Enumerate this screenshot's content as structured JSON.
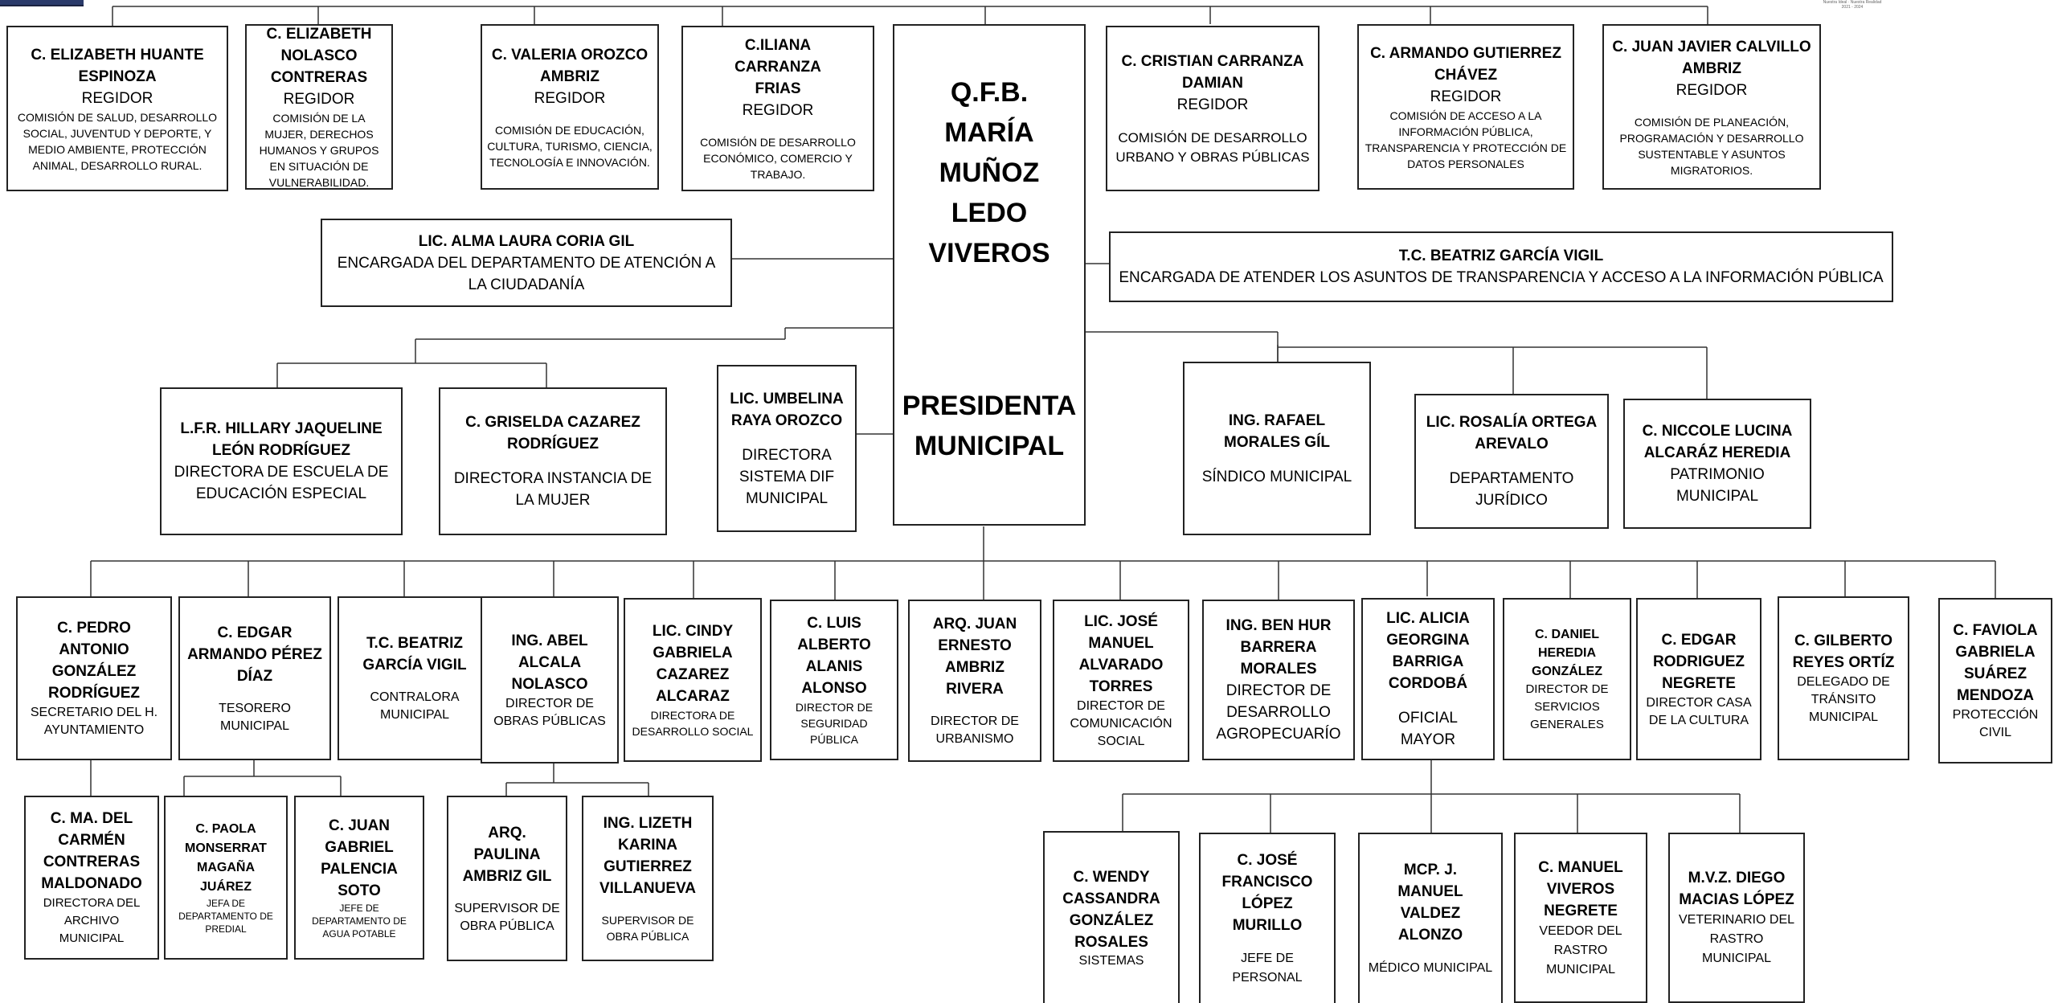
{
  "top_corner": {
    "line1": "Nuestra Ideal · Nuestra Realidad",
    "line2": "2021 - 2024"
  },
  "president": {
    "name": "Q.F.B. MARÍA MUÑOZ LEDO VIVEROS",
    "name_lines": [
      "Q.F.B.",
      "MARÍA",
      "MUÑOZ",
      "LEDO",
      "VIVEROS"
    ],
    "role_lines": [
      "PRESIDENTA",
      "MUNICIPAL"
    ]
  },
  "regidores": [
    {
      "name": "C. ELIZABETH HUANTE ESPINOZA",
      "role": "REGIDOR",
      "desc": "COMISIÓN DE SALUD, DESARROLLO SOCIAL, JUVENTUD Y DEPORTE, Y MEDIO AMBIENTE, PROTECCIÓN ANIMAL, DESARROLLO RURAL."
    },
    {
      "name": "C. ELIZABETH NOLASCO CONTRERAS",
      "role": "REGIDOR",
      "desc": "COMISIÓN DE LA MUJER, DERECHOS HUMANOS Y GRUPOS EN SITUACIÓN DE VULNERABILIDAD."
    },
    {
      "name": "C. VALERIA OROZCO AMBRIZ",
      "role": "REGIDOR",
      "desc": "COMISIÓN DE EDUCACIÓN, CULTURA, TURISMO, CIENCIA, TECNOLOGÍA E INNOVACIÓN."
    },
    {
      "name": "C.ILIANA CARRANZA FRIAS",
      "role": "REGIDOR",
      "desc": "COMISIÓN DE DESARROLLO ECONÓMICO, COMERCIO Y TRABAJO."
    },
    {
      "name": "C. CRISTIAN CARRANZA DAMIAN",
      "role": "REGIDOR",
      "desc": "COMISIÓN DE DESARROLLO URBANO Y OBRAS PÚBLICAS"
    },
    {
      "name": "C. ARMANDO GUTIERREZ CHÁVEZ",
      "role": "REGIDOR",
      "desc": "COMISIÓN DE ACCESO A LA INFORMACIÓN PÚBLICA, TRANSPARENCIA Y PROTECCIÓN DE DATOS PERSONALES"
    },
    {
      "name": "C. JUAN JAVIER CALVILLO AMBRIZ",
      "role": "REGIDOR",
      "desc": "COMISIÓN DE PLANEACIÓN, PROGRAMACIÓN Y DESARROLLO SUSTENTABLE Y ASUNTOS MIGRATORIOS."
    }
  ],
  "alma": {
    "name": "LIC. ALMA LAURA CORIA GIL",
    "role": "ENCARGADA DEL DEPARTAMENTO DE ATENCIÓN A LA CIUDADANÍA"
  },
  "beatriz_transp": {
    "name": "T.C. BEATRIZ GARCÍA VIGIL",
    "role": "ENCARGADA DE ATENDER LOS ASUNTOS DE TRANSPARENCIA Y ACCESO A LA INFORMACIÓN PÚBLICA"
  },
  "hillary": {
    "name": "L.F.R. HILLARY JAQUELINE LEÓN RODRÍGUEZ",
    "role": "DIRECTORA DE ESCUELA DE EDUCACIÓN ESPECIAL"
  },
  "griselda": {
    "name": "C. GRISELDA CAZAREZ RODRÍGUEZ",
    "role": "DIRECTORA INSTANCIA DE LA MUJER"
  },
  "umbelina": {
    "name": "LIC. UMBELINA RAYA OROZCO",
    "role": "DIRECTORA SISTEMA DIF MUNICIPAL"
  },
  "rafael": {
    "name": "ING. RAFAEL MORALES GÍL",
    "role": "SÍNDICO MUNICIPAL"
  },
  "rosalia": {
    "name": "LIC. ROSALÍA ORTEGA AREVALO",
    "role": "DEPARTAMENTO JURÍDICO"
  },
  "niccole": {
    "name": "C. NICCOLE LUCINA ALCARÁZ HEREDIA",
    "role": "PATRIMONIO MUNICIPAL"
  },
  "directors": [
    {
      "name": "C. PEDRO ANTONIO GONZÁLEZ RODRÍGUEZ",
      "role": "SECRETARIO DEL H. AYUNTAMIENTO"
    },
    {
      "name": "C. EDGAR ARMANDO PÉREZ DÍAZ",
      "role": "TESORERO MUNICIPAL"
    },
    {
      "name": "T.C. BEATRIZ GARCÍA VIGIL",
      "role": "CONTRALORA MUNICIPAL"
    },
    {
      "name": "ING. ABEL ALCALA NOLASCO",
      "role": "DIRECTOR DE OBRAS PÚBLICAS"
    },
    {
      "name": "LIC. CINDY GABRIELA CAZAREZ ALCARAZ",
      "role": "DIRECTORA DE DESARROLLO SOCIAL"
    },
    {
      "name": "C. LUIS ALBERTO ALANIS ALONSO",
      "role": "DIRECTOR DE SEGURIDAD PÚBLICA"
    },
    {
      "name": "ARQ. JUAN ERNESTO AMBRIZ RIVERA",
      "role": "DIRECTOR DE URBANISMO"
    },
    {
      "name": "LIC. JOSÉ MANUEL ALVARADO TORRES",
      "role": "DIRECTOR DE COMUNICACIÓN SOCIAL"
    },
    {
      "name": "ING. BEN HUR BARRERA MORALES",
      "role": "DIRECTOR DE DESARROLLO AGROPECUARÍO"
    },
    {
      "name": "LIC. ALICIA GEORGINA BARRIGA CORDOBÁ",
      "role": "OFICIAL MAYOR"
    },
    {
      "name": "C. DANIEL HEREDIA GONZÁLEZ",
      "role": "DIRECTOR DE SERVICIOS GENERALES"
    },
    {
      "name": "C. EDGAR RODRIGUEZ NEGRETE",
      "role": "DIRECTOR CASA DE LA CULTURA"
    },
    {
      "name": "C. GILBERTO REYES ORTÍZ",
      "role": "DELEGADO DE TRÁNSITO MUNICIPAL"
    },
    {
      "name": "C. FAVIOLA GABRIELA SUÁREZ MENDOZA",
      "role": "PROTECCIÓN CIVIL"
    }
  ],
  "subordinates": [
    {
      "name": "C. MA. DEL CARMÉN CONTRERAS MALDONADO",
      "role": "DIRECTORA DEL ARCHIVO MUNICIPAL"
    },
    {
      "name": "C. PAOLA MONSERRAT MAGAÑA JUÁREZ",
      "role": "JEFA DE DEPARTAMENTO DE PREDIAL"
    },
    {
      "name": "C. JUAN GABRIEL PALENCIA SOTO",
      "role": "JEFE DE DEPARTAMENTO DE AGUA POTABLE"
    },
    {
      "name": "ARQ. PAULINA AMBRIZ GIL",
      "role": "SUPERVISOR DE OBRA PÚBLICA"
    },
    {
      "name": "ING. LIZETH KARINA GUTIERREZ VILLANUEVA",
      "role": "SUPERVISOR DE OBRA PÚBLICA"
    },
    {
      "name": "C. WENDY CASSANDRA GONZÁLEZ ROSALES",
      "role": "SISTEMAS"
    },
    {
      "name": "C. JOSÉ FRANCISCO LÓPEZ MURILLO",
      "role": "JEFE DE PERSONAL"
    },
    {
      "name": "MCP. J. MANUEL VALDEZ ALONZO",
      "role": "MÉDICO MUNICIPAL"
    },
    {
      "name": "C. MANUEL VIVEROS NEGRETE",
      "role": "VEEDOR DEL RASTRO MUNICIPAL"
    },
    {
      "name": "M.V.Z. DIEGO MACIAS LÓPEZ",
      "role": "VETERINARIO DEL RASTRO MUNICIPAL"
    }
  ]
}
